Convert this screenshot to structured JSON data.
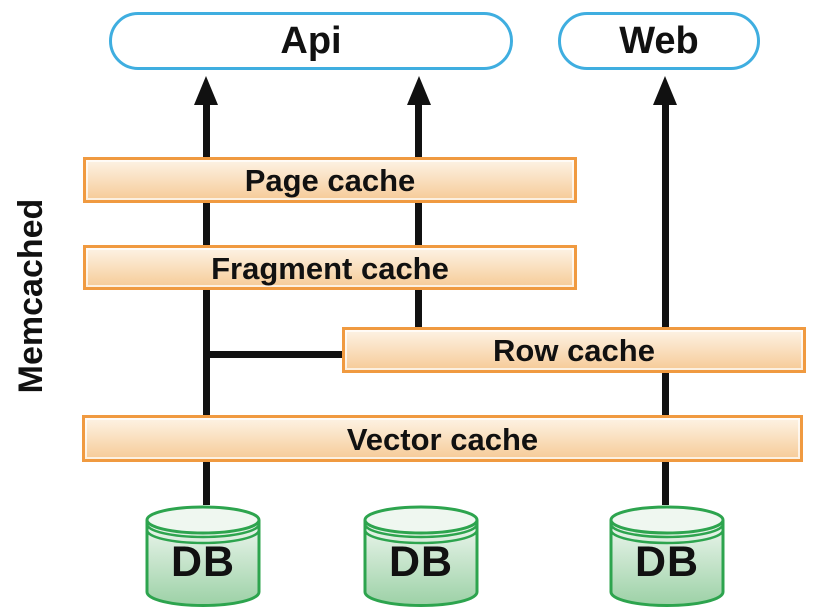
{
  "diagram": {
    "side_label": "Memcached",
    "nodes": {
      "api": {
        "label": "Api"
      },
      "web": {
        "label": "Web"
      }
    },
    "caches": [
      {
        "id": "page-cache",
        "label": "Page cache"
      },
      {
        "id": "fragment-cache",
        "label": "Fragment cache"
      },
      {
        "id": "row-cache",
        "label": "Row cache"
      },
      {
        "id": "vector-cache",
        "label": "Vector cache"
      }
    ],
    "databases": [
      {
        "label": "DB"
      },
      {
        "label": "DB"
      },
      {
        "label": "DB"
      }
    ]
  },
  "colors": {
    "node_border": "#3FAEE0",
    "cache_border": "#F09A40",
    "cache_fill_top": "#FDF3E5",
    "cache_fill_bottom": "#F6CB97",
    "db_border": "#2DA44E",
    "db_fill_top": "#EFF7F0",
    "db_fill_bottom": "#9CD1A6",
    "connector": "#111111",
    "text": "#111111"
  }
}
